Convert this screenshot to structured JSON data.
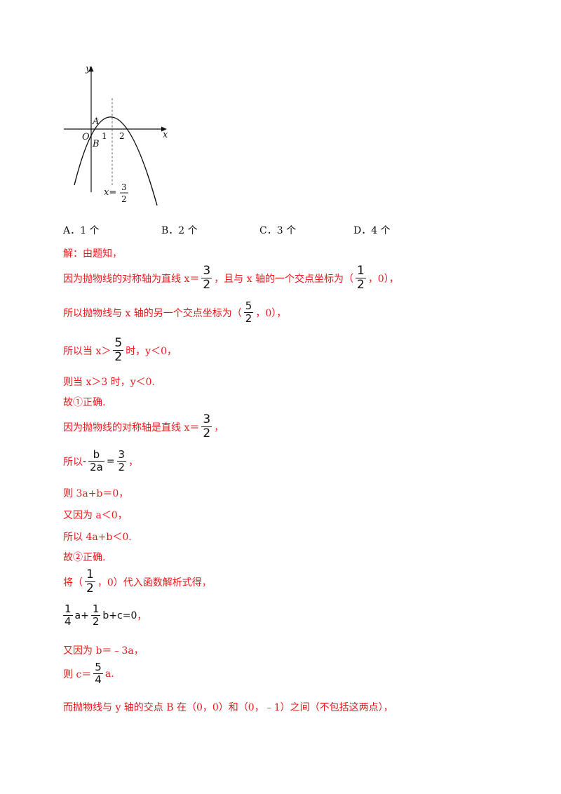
{
  "graph": {
    "axis_x": "x",
    "axis_y": "y",
    "origin": "O",
    "point_a": "A",
    "point_b": "B",
    "tick_1": "1",
    "tick_2": "2",
    "sym_label": "x=",
    "sym_num": "3",
    "sym_den": "2"
  },
  "options": {
    "a": "A．1 个",
    "b": "B．2 个",
    "c": "C．3 个",
    "d": "D．4 个"
  },
  "solution": {
    "l1": "解：由题知，",
    "l2_a": "因为抛物线的对称轴为直线 x＝",
    "l2_f1n": "3",
    "l2_f1d": "2",
    "l2_b": "，且与 x 轴的一个交点坐标为（",
    "l2_f2n": "1",
    "l2_f2d": "2",
    "l2_c": "，0），",
    "l3_a": "所以抛物线与 x 轴的另一个交点坐标为（",
    "l3_fn": "5",
    "l3_fd": "2",
    "l3_b": "，0），",
    "l4_a": "所以当 x＞",
    "l4_fn": "5",
    "l4_fd": "2",
    "l4_b": "时，y＜0，",
    "l5": "则当 x＞3 时，y＜0.",
    "l6": "故①正确.",
    "l7_a": "因为抛物线的对称轴是直线 x＝",
    "l7_fn": "3",
    "l7_fd": "2",
    "l7_b": "，",
    "l8_a": "所以 ",
    "l8_minus": "-",
    "l8_fn": "b",
    "l8_fd": "2a",
    "l8_eq": "=",
    "l8_f2n": "3",
    "l8_f2d": "2",
    "l8_b": "，",
    "l9": "则 3a+b＝0，",
    "l10": "又因为 a＜0，",
    "l11": "所以 4a+b＜0.",
    "l12": "故②正确.",
    "l13_a": "将（",
    "l13_fn": "1",
    "l13_fd": "2",
    "l13_b": "，0）代入函数解析式得，",
    "l14_f1n": "1",
    "l14_f1d": "4",
    "l14_a": "a+",
    "l14_f2n": "1",
    "l14_f2d": "2",
    "l14_b": "b+c=0",
    "l14_c": "，",
    "l15": "又因为 b＝﹣3a，",
    "l16_a": "则 c＝",
    "l16_fn": "5",
    "l16_fd": "4",
    "l16_b": "a.",
    "l17": "而抛物线与 y 轴的交点 B 在（0，0）和（0，﹣1）之间（不包括这两点），"
  }
}
